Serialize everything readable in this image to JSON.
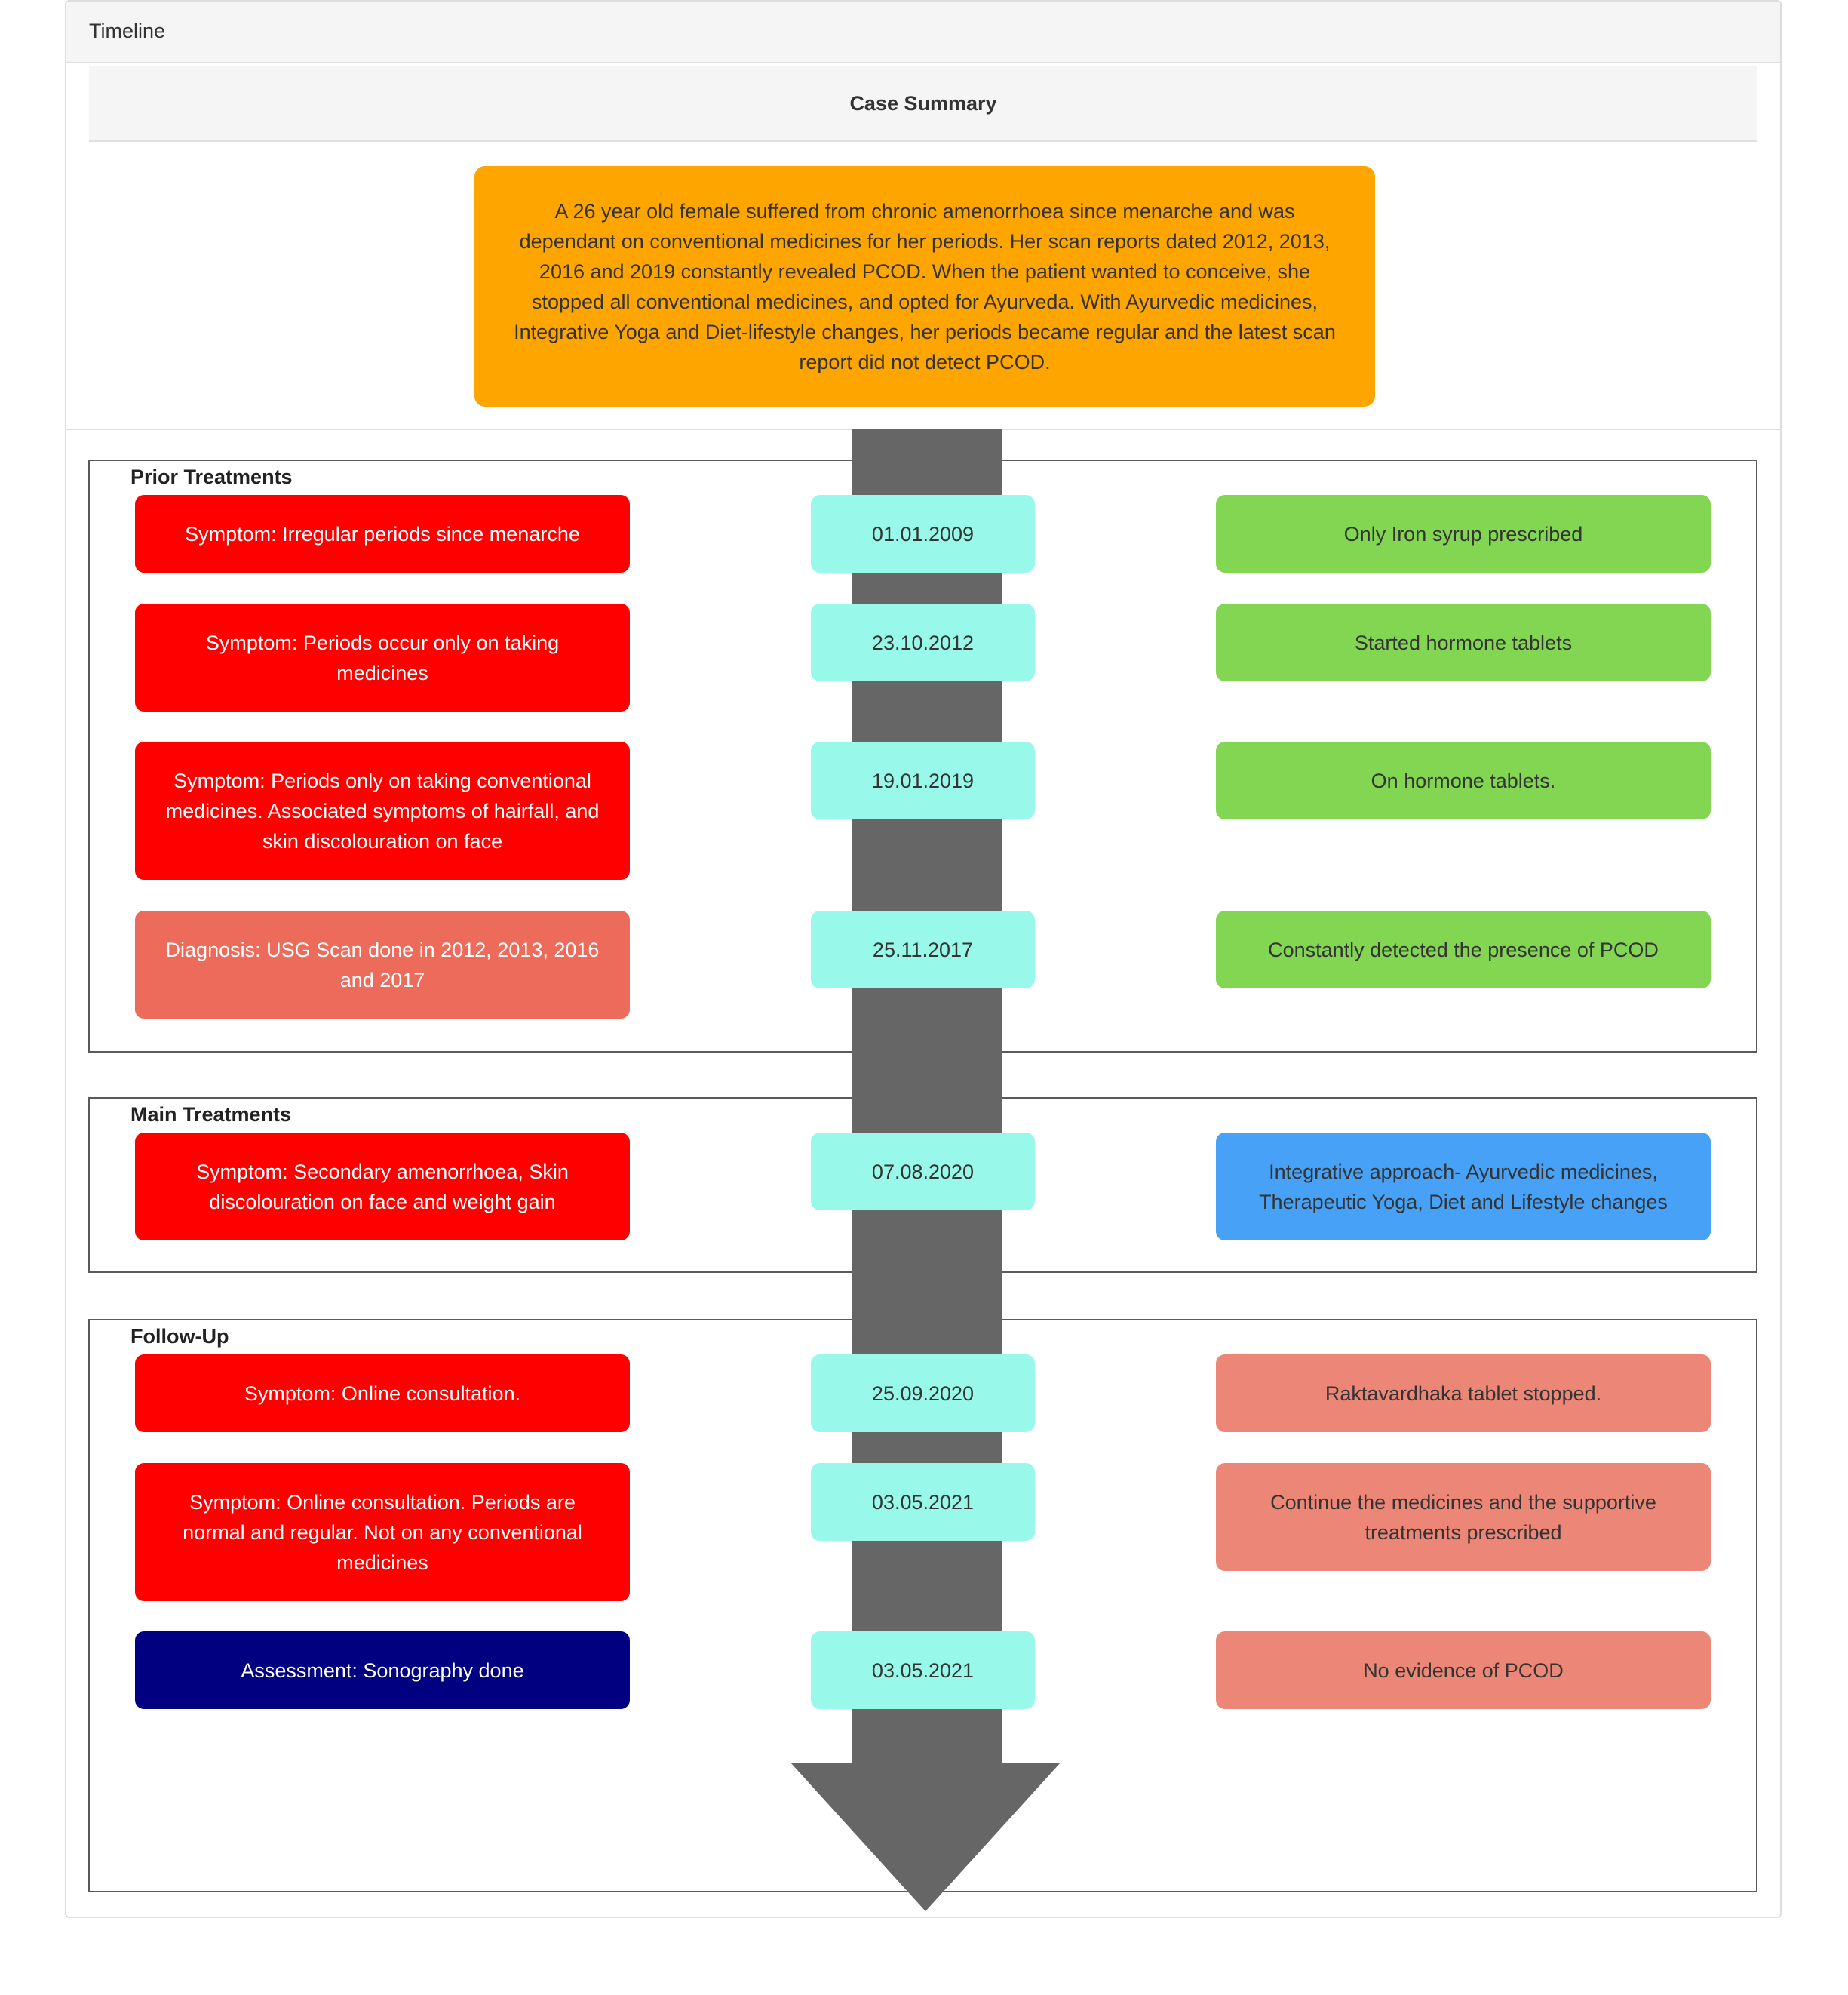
{
  "panel": {
    "title": "Timeline"
  },
  "summary": {
    "heading": "Case Summary",
    "text": "A 26 year old female suffered from chronic amenorrhoea since menarche and was dependant on conventional medicines for her periods. Her scan reports dated 2012, 2013, 2016 and 2019 constantly revealed PCOD. When the patient wanted to conceive, she stopped all conventional medicines, and opted for Ayurveda. With Ayurvedic medicines, Integrative Yoga and Diet-lifestyle changes, her periods became regular and the latest scan report did not detect PCOD.",
    "color": "#ffa500"
  },
  "colors": {
    "symptom": "#ff0000",
    "diagnosis": "#ed6b5a",
    "assessment": "#000080",
    "date": "#98f8ea",
    "prior_outcome": "#82d652",
    "main_outcome": "#46a1f7",
    "followup_outcome": "#ec8677",
    "arrow": "#666666"
  },
  "sections": {
    "prior": {
      "label": "Prior Treatments",
      "rows": [
        {
          "left": "Symptom: Irregular periods since menarche",
          "date": "01.01.2009",
          "right": "Only Iron syrup prescribed"
        },
        {
          "left": "Symptom: Periods occur only on taking medicines",
          "date": "23.10.2012",
          "right": "Started hormone tablets"
        },
        {
          "left": "Symptom: Periods only on taking conventional medicines. Associated symptoms of hairfall, and skin discolouration on face",
          "date": "19.01.2019",
          "right": "On hormone tablets."
        },
        {
          "left": "Diagnosis: USG Scan done in 2012, 2013, 2016 and 2017",
          "date": "25.11.2017",
          "right": "Constantly detected the presence of PCOD"
        }
      ]
    },
    "main": {
      "label": "Main Treatments",
      "rows": [
        {
          "left": "Symptom: Secondary amenorrhoea, Skin discolouration on face and weight gain",
          "date": "07.08.2020",
          "right": "Integrative approach- Ayurvedic medicines, Therapeutic Yoga, Diet and Lifestyle changes"
        }
      ]
    },
    "followup": {
      "label": "Follow-Up",
      "rows": [
        {
          "left": "Symptom: Online consultation.",
          "date": "25.09.2020",
          "right": "Raktavardhaka tablet stopped."
        },
        {
          "left": "Symptom: Online consultation. Periods are normal and regular. Not on any conventional medicines",
          "date": "03.05.2021",
          "right": "Continue the medicines and the supportive treatments prescribed"
        },
        {
          "left": "Assessment: Sonography done",
          "date": "03.05.2021",
          "right": "No evidence of PCOD"
        }
      ]
    }
  }
}
